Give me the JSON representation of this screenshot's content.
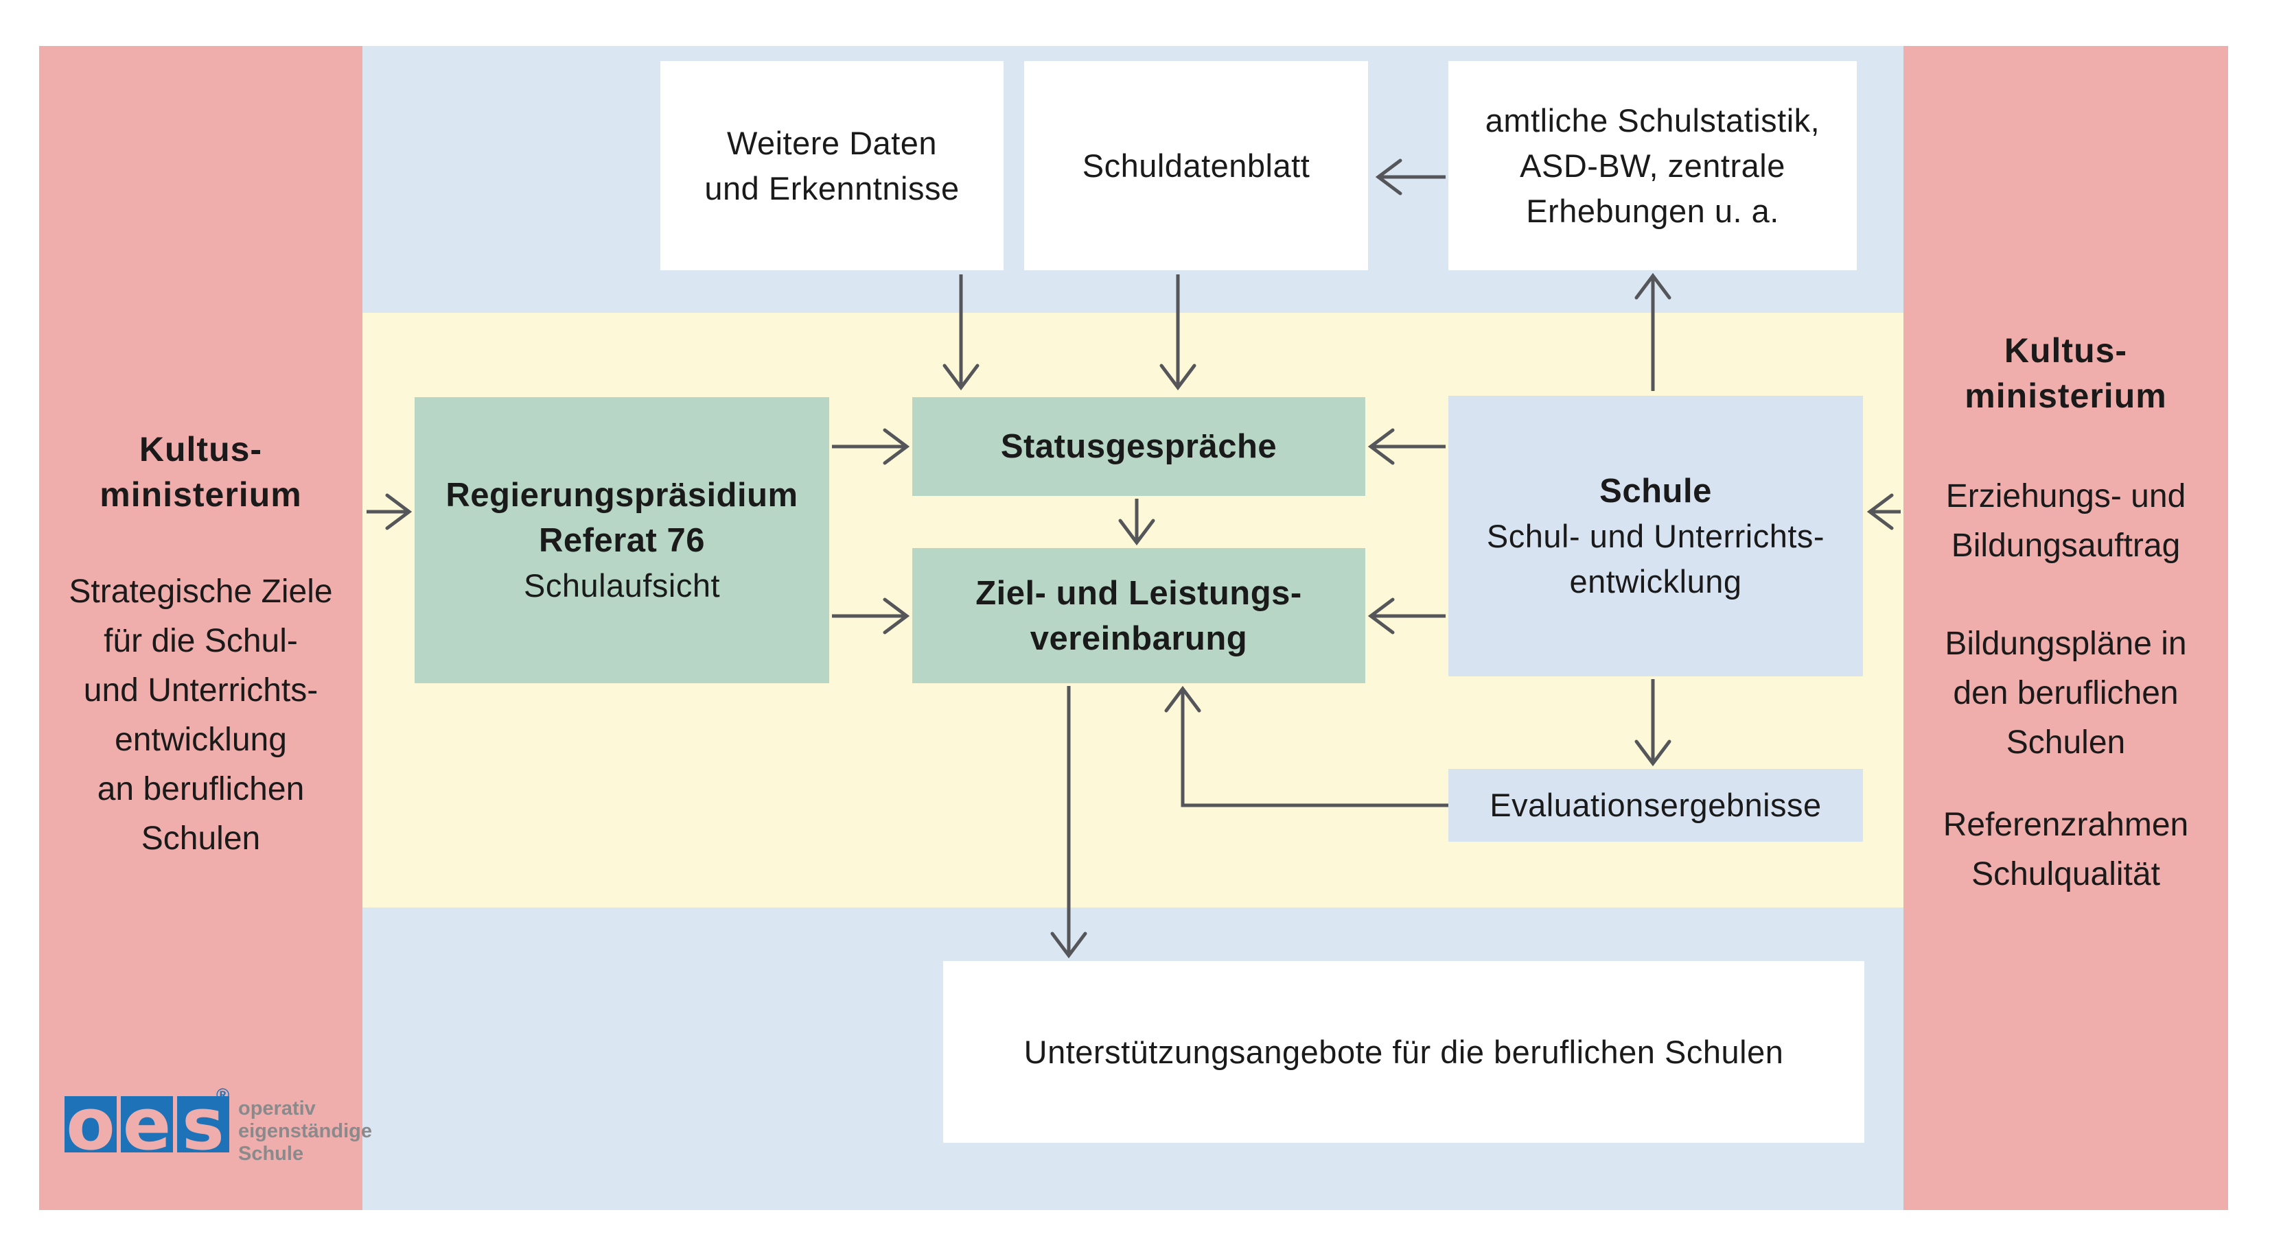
{
  "palette": {
    "page-bg": "#ffffff",
    "pink": "#EFAEAC",
    "blue-band": "#DBE6F3",
    "yellow-band": "#FCF8D8",
    "green-box": "#B7D6C5",
    "blue-box": "#D8E3F1",
    "white-box": "#ffffff",
    "arrow": "#55565A",
    "text": "#1A1A1A",
    "logo-blue": "#1E73B8",
    "logo-gray": "#8A8A8C"
  },
  "left_panel": {
    "title_line1": "Kultus-",
    "title_line2": "ministerium",
    "body_line1": "Strategische Ziele",
    "body_line2": "für die Schul-",
    "body_line3": "und Unterrichts-",
    "body_line4": "entwicklung",
    "body_line5": "an beruflichen",
    "body_line6": "Schulen"
  },
  "right_panel": {
    "title_line1": "Kultus-",
    "title_line2": "ministerium",
    "para1_line1": "Erziehungs- und",
    "para1_line2": "Bildungsauftrag",
    "para2_line1": "Bildungspläne in",
    "para2_line2": "den beruflichen",
    "para2_line3": "Schulen",
    "para3_line1": "Referenzrahmen",
    "para3_line2": "Schulqualität"
  },
  "top_row": {
    "weitere_daten": {
      "line1": "Weitere Daten",
      "line2": "und Erkenntnisse"
    },
    "schuldatenblatt": {
      "line1": "Schuldatenblatt"
    },
    "schulstatistik": {
      "line1": "amtliche Schulstatistik,",
      "line2": "ASD-BW, zentrale",
      "line3": "Erhebungen u. a."
    }
  },
  "middle": {
    "regierungspraesidium": {
      "line1": "Regierungspräsidium",
      "line2": "Referat 76",
      "line3": "Schulaufsicht"
    },
    "statusgespraeche": {
      "line1": "Statusgespräche"
    },
    "ziel_leistung": {
      "line1": "Ziel- und Leistungs-",
      "line2": "vereinbarung"
    },
    "schule": {
      "line1": "Schule",
      "line2": "Schul- und Unterrichts-",
      "line3": "entwicklung"
    },
    "evaluation": {
      "line1": "Evaluationsergebnisse"
    }
  },
  "bottom": {
    "unterstuetzung": {
      "line1": "Unterstützungsangebote für die beruflichen Schulen"
    }
  },
  "logo": {
    "letter1": "o",
    "letter2": "e",
    "letter3": "s",
    "registered": "®",
    "tagline_line1": "operativ",
    "tagline_line2": "eigenständige",
    "tagline_line3": "Schule"
  }
}
